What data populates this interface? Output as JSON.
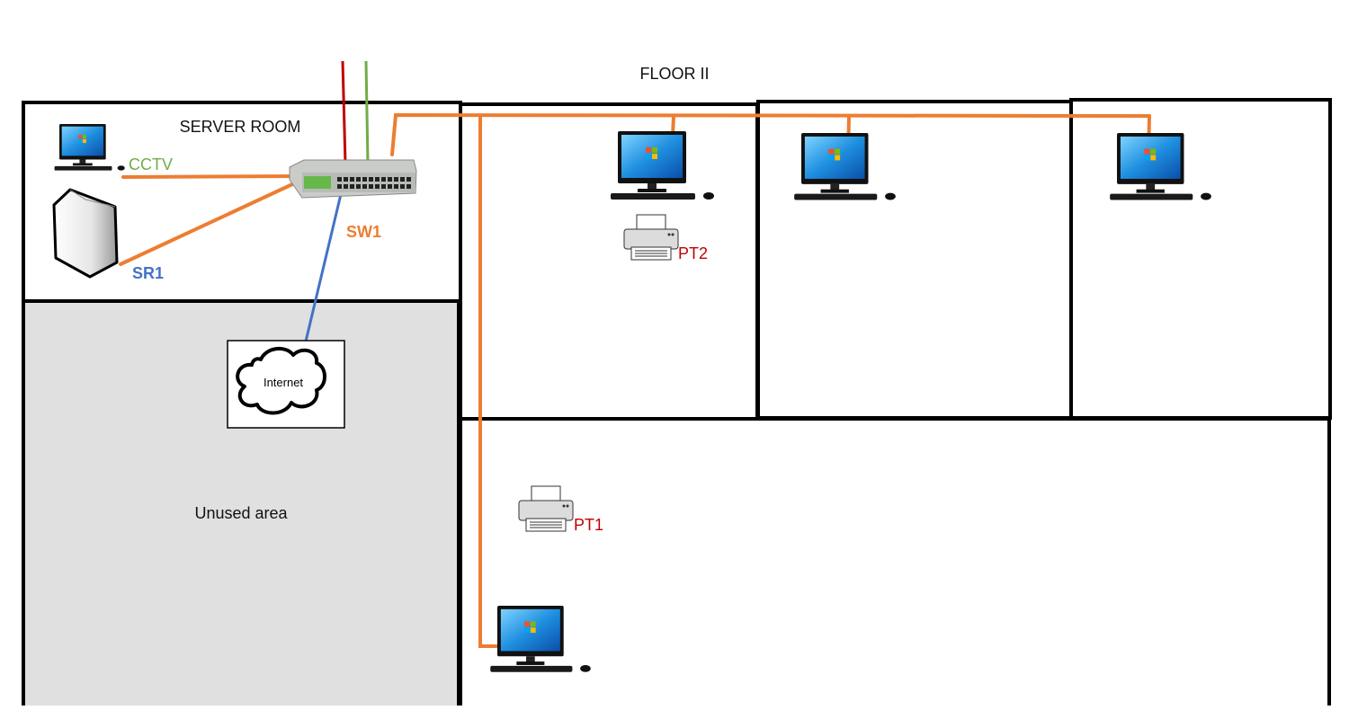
{
  "diagram": {
    "floor_title": "FLOOR II",
    "server_room_label": "SERVER ROOM",
    "unused_area_label": "Unused area",
    "internet_label": "Internet",
    "cctv_label": "CCTV",
    "switch_label": "SW1",
    "server_label": "SR1",
    "printer_labels": [
      "PT2",
      "PT1"
    ]
  },
  "colors": {
    "lan_cable": "#ED7D31",
    "internet_cable": "#4472C4",
    "uplink_red": "#C00000",
    "uplink_green": "#70AD47",
    "cctv_text": "#70AD47",
    "switch_text": "#ED7D31",
    "server_text": "#4472C4",
    "printer_text": "#C00000",
    "unused_fill": "#E0E0E0",
    "wall": "#000000"
  },
  "icons": [
    "desktop-computer-icon",
    "network-switch-icon",
    "server-tower-icon",
    "printer-icon",
    "cloud-icon"
  ]
}
